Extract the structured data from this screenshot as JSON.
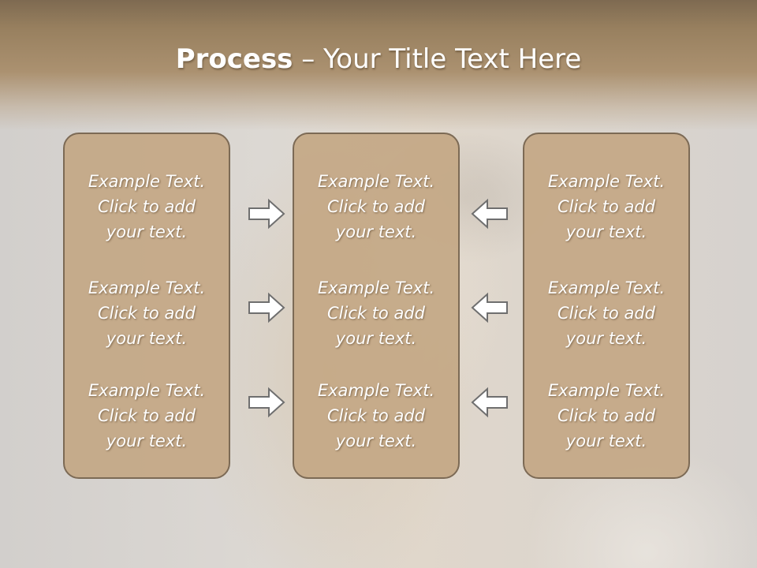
{
  "slide": {
    "title_bold": "Process",
    "title_rest": " – Your Title Text Here"
  },
  "panels": [
    {
      "items": [
        {
          "line1": "Example Text.",
          "line2": "Click  to add",
          "line3": "your text."
        },
        {
          "line1": "Example Text.",
          "line2": "Click  to add",
          "line3": "your text."
        },
        {
          "line1": "Example Text.",
          "line2": "Click  to add",
          "line3": "your text."
        }
      ]
    },
    {
      "items": [
        {
          "line1": "Example Text.",
          "line2": "Click  to add",
          "line3": "your text."
        },
        {
          "line1": "Example Text.",
          "line2": "Click  to add",
          "line3": "your text."
        },
        {
          "line1": "Example Text.",
          "line2": "Click  to add",
          "line3": "your text."
        }
      ]
    },
    {
      "items": [
        {
          "line1": "Example Text.",
          "line2": "Click  to add",
          "line3": "your text."
        },
        {
          "line1": "Example Text.",
          "line2": "Click  to add",
          "line3": "your text."
        },
        {
          "line1": "Example Text.",
          "line2": "Click  to add",
          "line3": "your text."
        }
      ]
    }
  ],
  "arrows": {
    "left_group": "right-arrow-icon",
    "right_group": "left-arrow-icon"
  },
  "colors": {
    "header": "#a68c6b",
    "panel_fill": "#c4a885",
    "panel_border": "#7c6a55",
    "text": "#ffffff"
  }
}
